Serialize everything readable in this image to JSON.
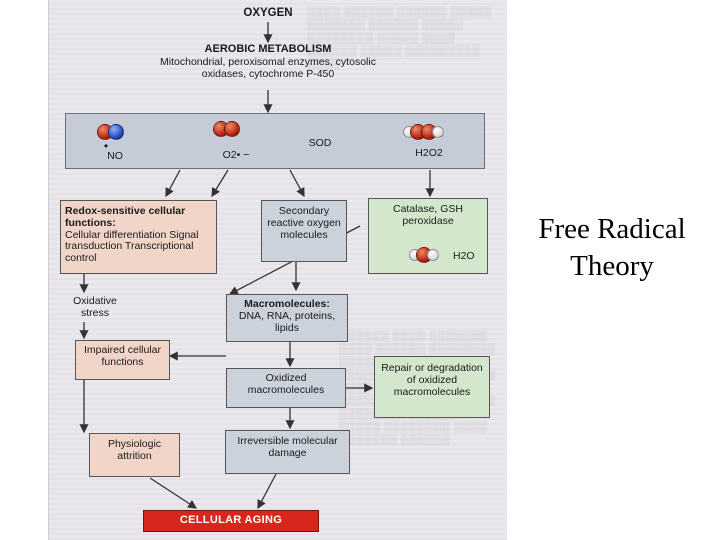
{
  "title": "Free Radical Theory",
  "diagram": {
    "oxygen": "OXYGEN",
    "aerobic": {
      "heading": "AEROBIC METABOLISM",
      "detail": "Mitochondrial, peroxisomal enzymes, cytosolic oxidases, cytochrome P-450"
    },
    "band": {
      "no_label": "NO",
      "o2_label": "O2• −",
      "sod_label": "SOD",
      "h2o2_label": "H2O2"
    },
    "redox_box": {
      "heading": "Redox-sensitive cellular functions:",
      "body": "Cellular differentiation Signal transduction Transcriptional control"
    },
    "secondary_box": "Secondary reactive oxygen molecules",
    "catalase_box": {
      "label": "Catalase, GSH peroxidase",
      "product": "H2O"
    },
    "oxidative_stress": "Oxidative stress",
    "macromolecules_box": {
      "heading": "Macromolecules:",
      "body": "DNA, RNA, proteins, lipids"
    },
    "impaired_box": "Impaired cellular functions",
    "oxidized_box": "Oxidized macromolecules",
    "repair_box": "Repair or degradation of oxidized macromolecules",
    "physiologic_box": "Physiologic attrition",
    "irreversible_box": "Irreversible molecular damage",
    "cellular_aging": "CELLULAR AGING"
  },
  "colors": {
    "gray_box": "#cbd2dc",
    "pink_box": "#f1d5c8",
    "green_box": "#d3e7cc",
    "aging_red": "#d7261c"
  },
  "icons": [
    "no-molecule-icon",
    "superoxide-molecule-icon",
    "h2o2-molecule-icon",
    "h2o-molecule-icon"
  ]
}
